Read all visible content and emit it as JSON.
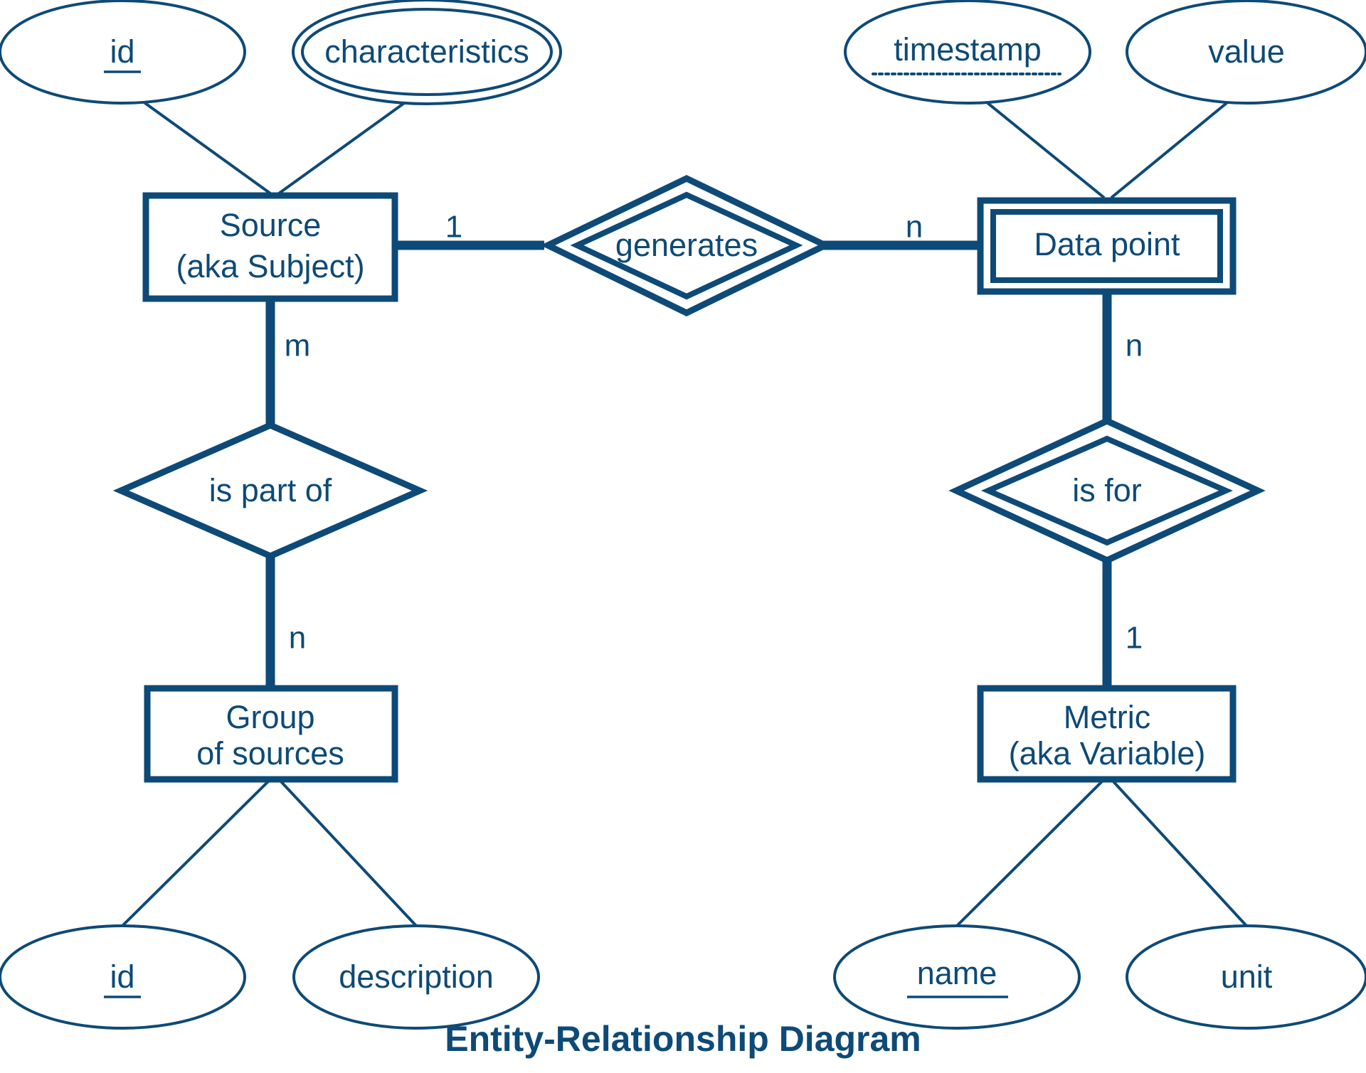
{
  "title": "Entity-Relationship Diagram",
  "colors": {
    "stroke": "#0d4a77",
    "text": "#0d4a77",
    "background": "#ffffff"
  },
  "entities": [
    {
      "id": "source",
      "label_line1": "Source",
      "label_line2": "(aka Subject)",
      "kind": "strong-entity"
    },
    {
      "id": "data-point",
      "label_line1": "Data point",
      "label_line2": "",
      "kind": "weak-entity"
    },
    {
      "id": "group-of-sources",
      "label_line1": "Group",
      "label_line2": "of sources",
      "kind": "strong-entity"
    },
    {
      "id": "metric",
      "label_line1": "Metric",
      "label_line2": "(aka Variable)",
      "kind": "strong-entity"
    }
  ],
  "relationships": [
    {
      "id": "generates",
      "label": "generates",
      "kind": "identifying-relationship"
    },
    {
      "id": "is-part-of",
      "label": "is part of",
      "kind": "relationship"
    },
    {
      "id": "is-for",
      "label": "is for",
      "kind": "identifying-relationship"
    }
  ],
  "attributes": [
    {
      "id": "source-id",
      "label": "id",
      "owner": "source",
      "kind": "key-attribute"
    },
    {
      "id": "source-chars",
      "label": "characteristics",
      "owner": "source",
      "kind": "multivalued-attribute"
    },
    {
      "id": "dp-timestamp",
      "label": "timestamp",
      "owner": "data-point",
      "kind": "partial-key-attribute"
    },
    {
      "id": "dp-value",
      "label": "value",
      "owner": "data-point",
      "kind": "attribute"
    },
    {
      "id": "group-id",
      "label": "id",
      "owner": "group-of-sources",
      "kind": "key-attribute"
    },
    {
      "id": "group-description",
      "label": "description",
      "owner": "group-of-sources",
      "kind": "attribute"
    },
    {
      "id": "metric-name",
      "label": "name",
      "owner": "metric",
      "kind": "key-attribute"
    },
    {
      "id": "metric-unit",
      "label": "unit",
      "owner": "metric",
      "kind": "attribute"
    }
  ],
  "cardinalities": {
    "source_generates": "1",
    "generates_datapoint": "n",
    "source_ispartof": "m",
    "ispartof_group": "n",
    "datapoint_isfor": "n",
    "isfor_metric": "1"
  },
  "chart_data": {
    "type": "diagram",
    "notation": "Chen ER notation",
    "title": "Entity-Relationship Diagram",
    "nodes": [
      {
        "name": "Source (aka Subject)",
        "shape": "rectangle",
        "role": "entity"
      },
      {
        "name": "Data point",
        "shape": "double-rectangle",
        "role": "weak entity"
      },
      {
        "name": "Group of sources",
        "shape": "rectangle",
        "role": "entity"
      },
      {
        "name": "Metric (aka Variable)",
        "shape": "rectangle",
        "role": "entity"
      },
      {
        "name": "generates",
        "shape": "double-diamond",
        "role": "identifying relationship"
      },
      {
        "name": "is part of",
        "shape": "diamond",
        "role": "relationship"
      },
      {
        "name": "is for",
        "shape": "double-diamond",
        "role": "identifying relationship"
      },
      {
        "name": "id",
        "shape": "ellipse-underline",
        "role": "key attribute of Source"
      },
      {
        "name": "characteristics",
        "shape": "double-ellipse",
        "role": "multivalued attribute of Source"
      },
      {
        "name": "timestamp",
        "shape": "ellipse-dotted-underline",
        "role": "partial key of Data point"
      },
      {
        "name": "value",
        "shape": "ellipse",
        "role": "attribute of Data point"
      },
      {
        "name": "id",
        "shape": "ellipse-underline",
        "role": "key attribute of Group of sources"
      },
      {
        "name": "description",
        "shape": "ellipse",
        "role": "attribute of Group of sources"
      },
      {
        "name": "name",
        "shape": "ellipse-underline",
        "role": "key attribute of Metric"
      },
      {
        "name": "unit",
        "shape": "ellipse",
        "role": "attribute of Metric"
      }
    ],
    "edges": [
      {
        "from": "Source (aka Subject)",
        "to": "generates",
        "cardinality": "1"
      },
      {
        "from": "generates",
        "to": "Data point",
        "cardinality": "n"
      },
      {
        "from": "Source (aka Subject)",
        "to": "is part of",
        "cardinality": "m"
      },
      {
        "from": "is part of",
        "to": "Group of sources",
        "cardinality": "n"
      },
      {
        "from": "Data point",
        "to": "is for",
        "cardinality": "n"
      },
      {
        "from": "is for",
        "to": "Metric (aka Variable)",
        "cardinality": "1"
      }
    ]
  }
}
